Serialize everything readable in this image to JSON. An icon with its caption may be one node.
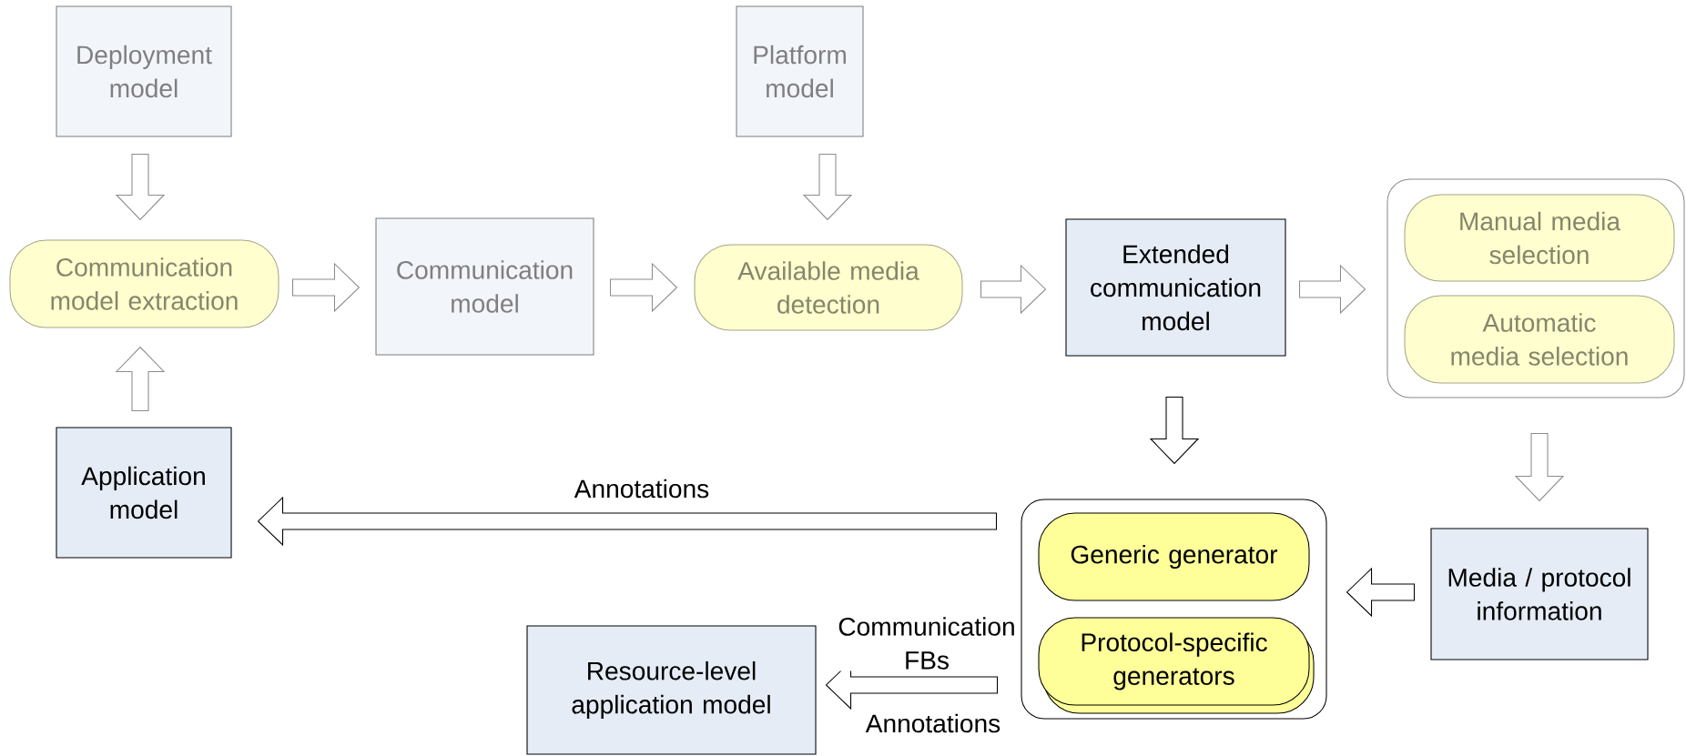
{
  "diagram": {
    "nodes": [
      {
        "text": [
          "Deployment model"
        ]
      },
      {
        "text": [
          "Platform model"
        ]
      },
      {
        "text": [
          "Communication model extraction"
        ]
      },
      {
        "text": [
          "Communication model"
        ]
      },
      {
        "text": [
          "Available media detection"
        ]
      },
      {
        "text": [
          "Extended communication model"
        ]
      },
      {
        "text": [],
        "shape": "box"
      },
      {
        "text": [
          "Manual media selection"
        ],
        "in": 6
      },
      {
        "text": [
          "Automatic media selection"
        ],
        "in": 6
      },
      {
        "text": [
          "Application model"
        ]
      },
      {
        "text": [],
        "shape": "box"
      },
      {
        "text": [
          "Generic generator"
        ],
        "in": 10
      },
      {
        "text": [
          "Protocol-specific generators"
        ],
        "in": 10
      },
      {
        "text": [
          "Media / protocol information"
        ]
      },
      {
        "text": [
          "Resource-level application model"
        ]
      }
    ],
    "edges": [
      {
        "from": 0,
        "to": 2,
        "arrow": "to"
      },
      {
        "from": 9,
        "to": 2,
        "arrow": "to"
      },
      {
        "from": 2,
        "to": 3,
        "arrow": "to"
      },
      {
        "from": 3,
        "to": 4,
        "arrow": "to"
      },
      {
        "from": 1,
        "to": 4,
        "arrow": "to"
      },
      {
        "from": 4,
        "to": 5,
        "arrow": "to"
      },
      {
        "from": 5,
        "to": 6,
        "arrow": "to"
      },
      {
        "from": 5,
        "to": 10,
        "arrow": "to",
        "color": "#000000"
      },
      {
        "from": 6,
        "to": 13,
        "arrow": "to"
      },
      {
        "from": 13,
        "to": 10,
        "arrow": "to",
        "color": "#000000"
      },
      {
        "from": 10,
        "to": 9,
        "arrow": "to",
        "label": "Annotations",
        "color": "#000000"
      },
      {
        "from": 10,
        "to": 14,
        "arrow": "to",
        "label": "Communication FBs",
        "color": "#000000"
      }
    ],
    "labels": [
      "Annotations"
    ]
  }
}
